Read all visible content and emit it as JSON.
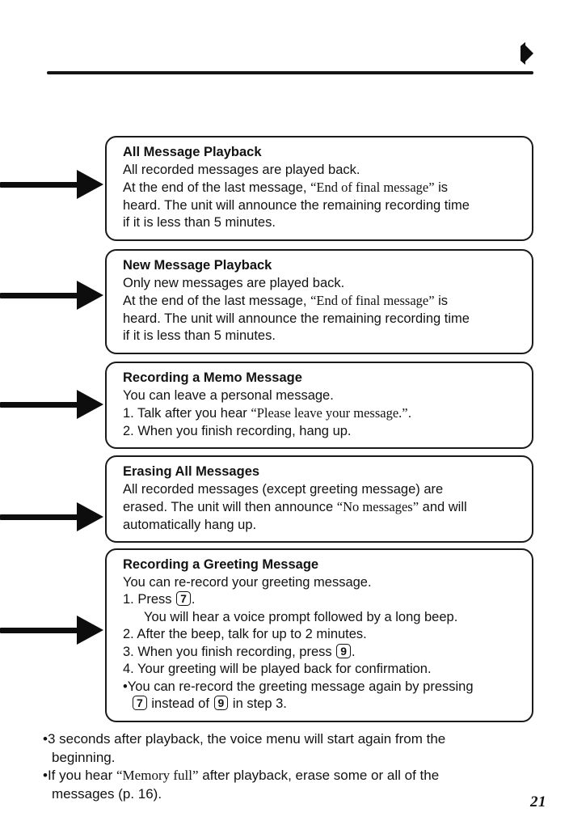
{
  "page_number": "21",
  "colors": {
    "ink": "#121212",
    "paper": "#ffffff"
  },
  "icons": {
    "continue": "right-arrow",
    "callout": "left-to-right-arrow"
  },
  "boxes": [
    {
      "title": "All Message Playback",
      "lines": [
        {
          "ind": 0,
          "segs": [
            {
              "t": "text",
              "v": "All recorded messages are played back."
            }
          ]
        },
        {
          "ind": 0,
          "segs": [
            {
              "t": "text",
              "v": "At the end of the last message, "
            },
            {
              "t": "voice",
              "v": "“End of final message”"
            },
            {
              "t": "text",
              "v": " is"
            }
          ]
        },
        {
          "ind": 0,
          "segs": [
            {
              "t": "text",
              "v": "heard. The unit will announce the remaining recording time"
            }
          ]
        },
        {
          "ind": 0,
          "segs": [
            {
              "t": "text",
              "v": "if it is less than 5 minutes."
            }
          ]
        }
      ]
    },
    {
      "title": "New Message Playback",
      "lines": [
        {
          "ind": 0,
          "segs": [
            {
              "t": "text",
              "v": "Only new messages are played back."
            }
          ]
        },
        {
          "ind": 0,
          "segs": [
            {
              "t": "text",
              "v": "At the end of the last message, "
            },
            {
              "t": "voice",
              "v": "“End of final message”"
            },
            {
              "t": "text",
              "v": " is"
            }
          ]
        },
        {
          "ind": 0,
          "segs": [
            {
              "t": "text",
              "v": "heard. The unit will announce the remaining recording time"
            }
          ]
        },
        {
          "ind": 0,
          "segs": [
            {
              "t": "text",
              "v": "if it is less than 5 minutes."
            }
          ]
        }
      ]
    },
    {
      "title": "Recording a Memo Message",
      "lines": [
        {
          "ind": 0,
          "segs": [
            {
              "t": "text",
              "v": "You can leave a personal message."
            }
          ]
        },
        {
          "ind": 0,
          "segs": [
            {
              "t": "text",
              "v": "1. Talk after you hear "
            },
            {
              "t": "voice",
              "v": "“Please leave your message.”"
            },
            {
              "t": "text",
              "v": "."
            }
          ]
        },
        {
          "ind": 0,
          "segs": [
            {
              "t": "text",
              "v": "2. When you finish recording, hang up."
            }
          ]
        }
      ]
    },
    {
      "title": "Erasing All Messages",
      "lines": [
        {
          "ind": 0,
          "segs": [
            {
              "t": "text",
              "v": "All recorded messages (except greeting message) are"
            }
          ]
        },
        {
          "ind": 0,
          "segs": [
            {
              "t": "text",
              "v": "erased. The unit will then announce "
            },
            {
              "t": "voice",
              "v": "“No messages”"
            },
            {
              "t": "text",
              "v": " and will"
            }
          ]
        },
        {
          "ind": 0,
          "segs": [
            {
              "t": "text",
              "v": "automatically hang up."
            }
          ]
        }
      ]
    },
    {
      "title": "Recording a Greeting Message",
      "lines": [
        {
          "ind": 0,
          "segs": [
            {
              "t": "text",
              "v": "You can re-record your greeting message."
            }
          ]
        },
        {
          "ind": 0,
          "segs": [
            {
              "t": "text",
              "v": "1. Press "
            },
            {
              "t": "key",
              "v": "7"
            },
            {
              "t": "text",
              "v": "."
            }
          ]
        },
        {
          "ind": 1,
          "segs": [
            {
              "t": "text",
              "v": "You will hear a voice prompt followed by a long beep."
            }
          ]
        },
        {
          "ind": 0,
          "segs": [
            {
              "t": "text",
              "v": "2. After the beep, talk for up to 2 minutes."
            }
          ]
        },
        {
          "ind": 0,
          "segs": [
            {
              "t": "text",
              "v": "3. When you finish recording, press "
            },
            {
              "t": "key",
              "v": "9"
            },
            {
              "t": "text",
              "v": "."
            }
          ]
        },
        {
          "ind": 0,
          "segs": [
            {
              "t": "text",
              "v": "4. Your greeting will be played back for confirmation."
            }
          ]
        },
        {
          "ind": 0,
          "segs": [
            {
              "t": "text",
              "v": "•You can re-record the greeting message again by pressing"
            }
          ]
        },
        {
          "ind": 2,
          "segs": [
            {
              "t": "key",
              "v": "7"
            },
            {
              "t": "text",
              "v": " instead of "
            },
            {
              "t": "key",
              "v": "9"
            },
            {
              "t": "text",
              "v": " in step 3."
            }
          ]
        }
      ]
    }
  ],
  "notes": [
    {
      "ind": 0,
      "segs": [
        {
          "t": "text",
          "v": "•3 seconds after playback, the voice menu will start again from the"
        }
      ]
    },
    {
      "ind": 2,
      "segs": [
        {
          "t": "text",
          "v": "beginning."
        }
      ]
    },
    {
      "ind": 0,
      "segs": [
        {
          "t": "text",
          "v": "•If you hear "
        },
        {
          "t": "voice",
          "v": "“Memory full”"
        },
        {
          "t": "text",
          "v": " after playback, erase some or all of the"
        }
      ]
    },
    {
      "ind": 2,
      "segs": [
        {
          "t": "text",
          "v": "messages (p. 16)."
        }
      ]
    }
  ]
}
